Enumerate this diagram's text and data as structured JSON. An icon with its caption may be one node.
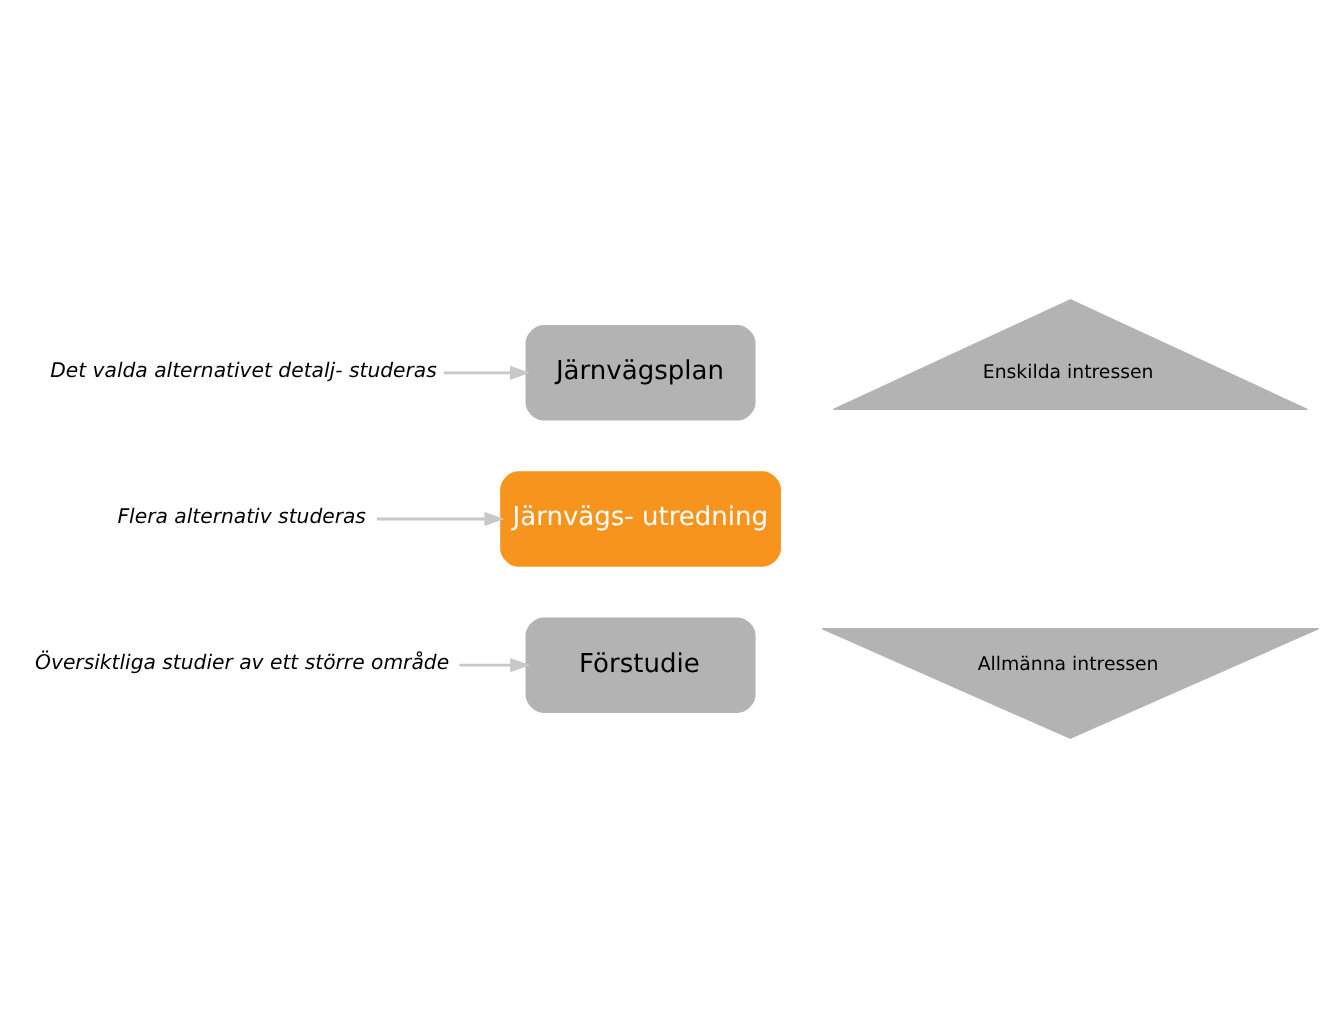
{
  "diagram": {
    "nodes": [
      {
        "text": [
          "Översiktliga studier av ett större område"
        ]
      },
      {
        "text": [
          "Förstudie"
        ]
      },
      {
        "text": [
          "Flera alternativ studeras"
        ]
      },
      {
        "text": [
          "Järnvägs- utredning"
        ]
      },
      {
        "text": [
          "Det valda alternativet detalj- studeras"
        ]
      },
      {
        "text": [
          "Järnvägsplan"
        ]
      },
      {
        "text": [
          "Allmänna intressen"
        ]
      },
      {
        "text": [
          "Enskilda intressen"
        ]
      }
    ],
    "edges": [
      {
        "from": 0,
        "to": 1,
        "arrow": "to"
      },
      {
        "from": 2,
        "to": 3,
        "arrow": "to"
      },
      {
        "from": 4,
        "to": 5,
        "arrow": "to"
      }
    ]
  }
}
